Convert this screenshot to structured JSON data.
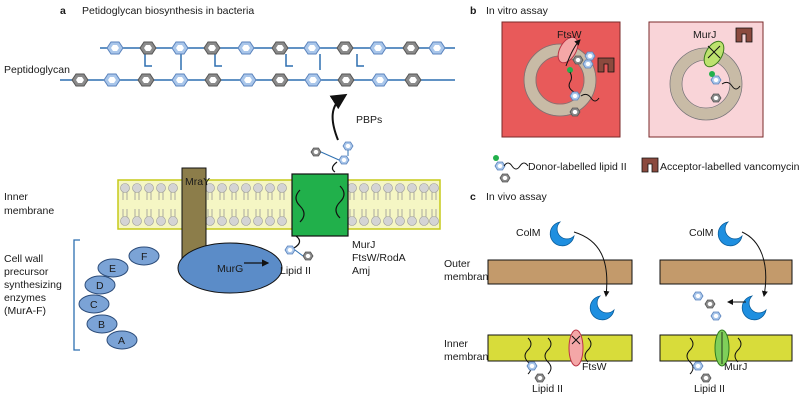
{
  "panel_a": {
    "letter": "a",
    "title": "Petidoglycan biosynthesis in bacteria",
    "peptidoglycan": "Peptidoglycan",
    "inner_membrane": [
      "Inner",
      "membrane"
    ],
    "cell_wall": [
      "Cell wall",
      "precursor",
      "synthesizing",
      "enzymes",
      "(MurA-F)"
    ],
    "mray": "MraY",
    "murg": "MurG",
    "pbps": "PBPs",
    "lipid_ii": "Lipid II",
    "flippases": [
      "MurJ",
      "FtsW/RodA",
      "Amj"
    ],
    "enzymes": [
      "A",
      "B",
      "C",
      "D",
      "E",
      "F"
    ]
  },
  "panel_b": {
    "letter": "b",
    "title": "In vitro assay",
    "ftsw": "FtsW",
    "murj": "MurJ",
    "legend_donor": "Donor-labelled lipid II",
    "legend_acceptor": "Acceptor-labelled vancomycin"
  },
  "panel_c": {
    "letter": "c",
    "title": "In vivo assay",
    "colm_left": "ColM",
    "colm_right": "ColM",
    "outer_membrane": [
      "Outer",
      "membrane"
    ],
    "inner_membrane": [
      "Inner",
      "membrane"
    ],
    "ftsw": "FtsW",
    "murj": "MurJ",
    "lipid_ii_left": "Lipid II",
    "lipid_ii_right": "Lipid II"
  },
  "colors": {
    "ring_hex": "#a9c6ea",
    "dark_hex": "#707070",
    "membrane": "#d8dc3a",
    "mray": "#8c7d4a",
    "murg": "#5b8cc8",
    "flippase": "#21b04b",
    "invitro_left": "#e85a5a",
    "invitro_right": "#f9d4d8",
    "outer_membrane": "#c39a6b",
    "colm": "#1e8fe0"
  }
}
